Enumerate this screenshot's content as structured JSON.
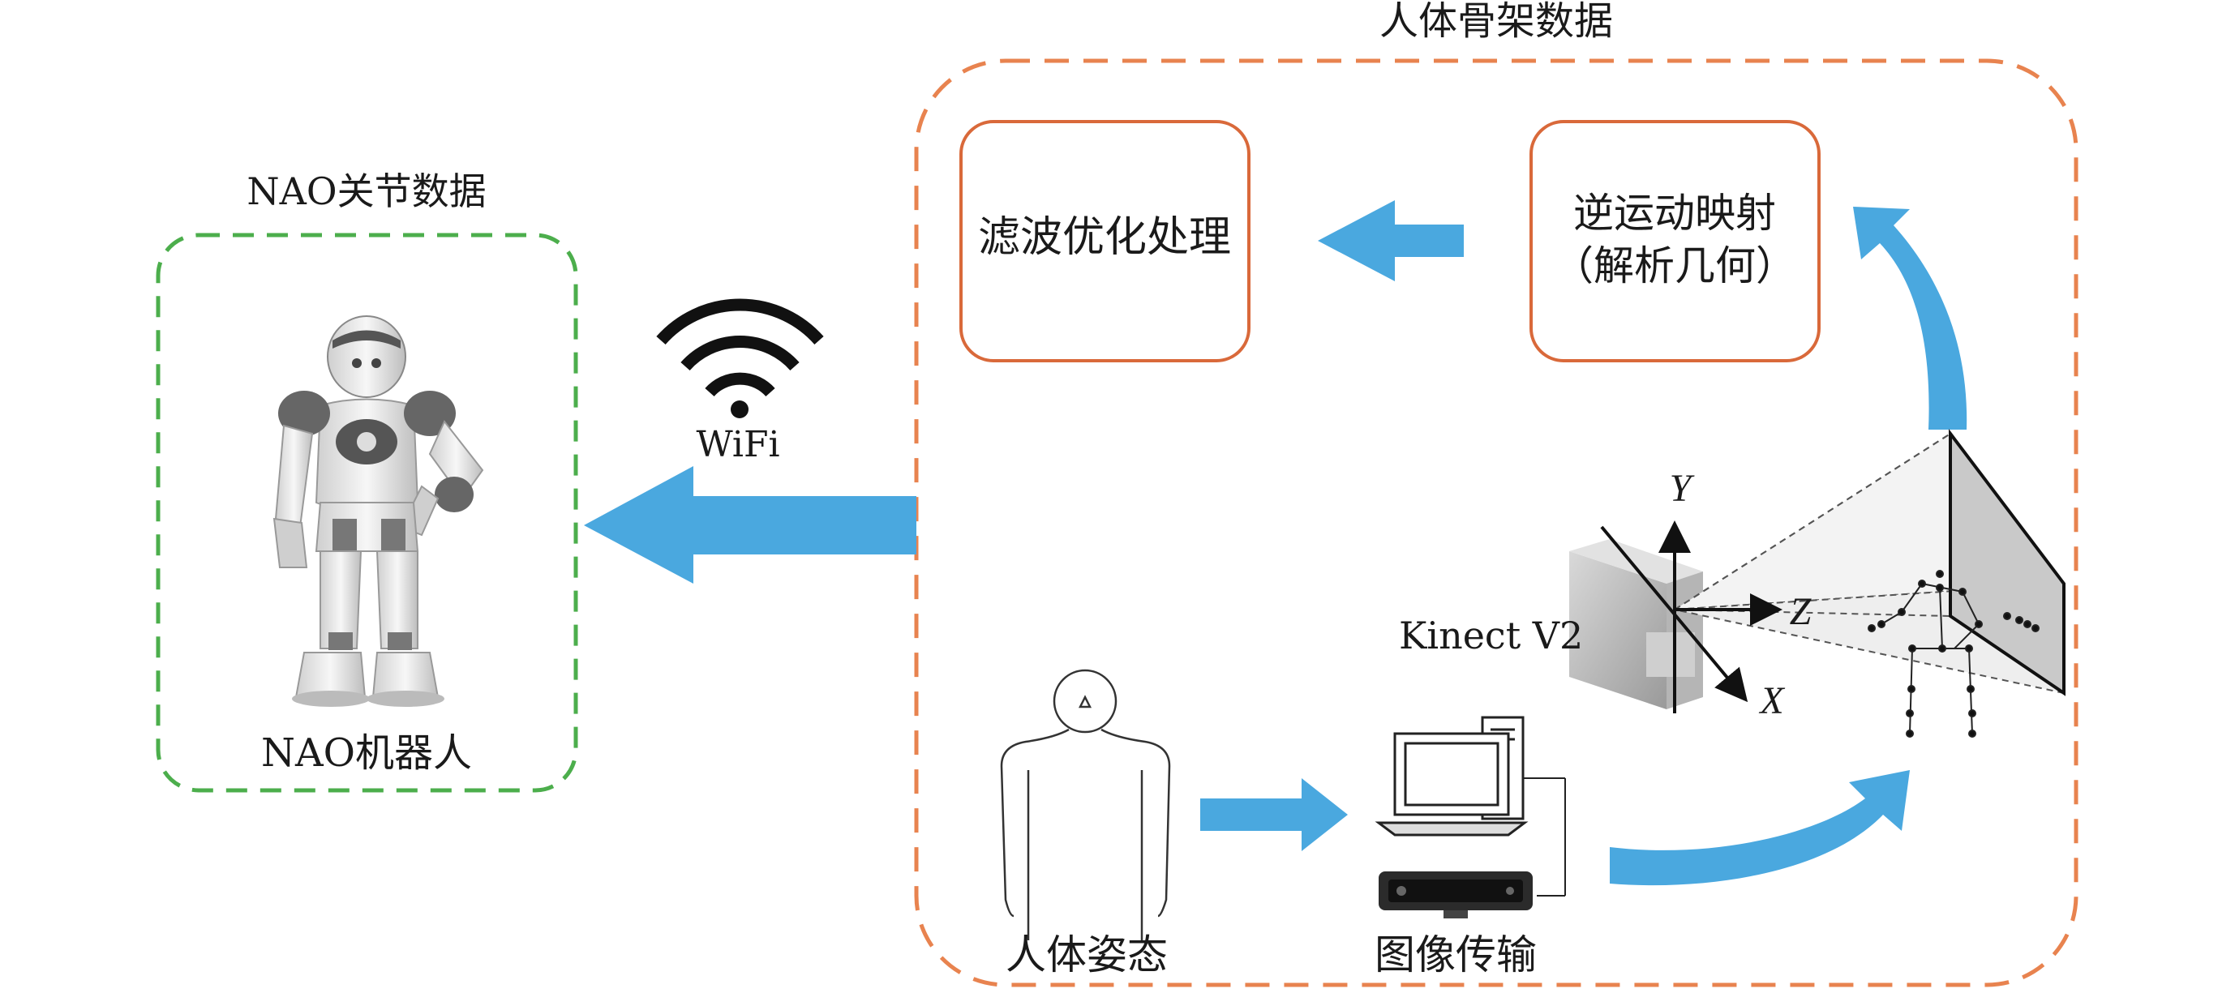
{
  "diagram": {
    "groups": {
      "human_skeleton_title": "人体骨架数据",
      "nao_joint_title": "NAO关节数据"
    },
    "nodes": {
      "filter": "滤波优化处理",
      "ik_line1": "逆运动映射",
      "ik_line2": "（解析几何）",
      "nao_robot": "NAO机器人",
      "human_pose": "人体姿态",
      "image_transfer": "图像传输",
      "kinect": "Kinect V2"
    },
    "axes": {
      "x": "X",
      "y": "Y",
      "z": "Z"
    },
    "link": {
      "wifi": "WiFi"
    },
    "colors": {
      "orange_dashed": "#e8834f",
      "green_dashed": "#4cae4c",
      "box_border": "#d9693a",
      "arrow_blue": "#4aa8df"
    },
    "icons": [
      "nao-robot-icon",
      "wifi-icon",
      "human-outline-icon",
      "desktop-computer-icon",
      "kinect-sensor-icon",
      "skeleton-icon",
      "frustum-icon"
    ]
  }
}
